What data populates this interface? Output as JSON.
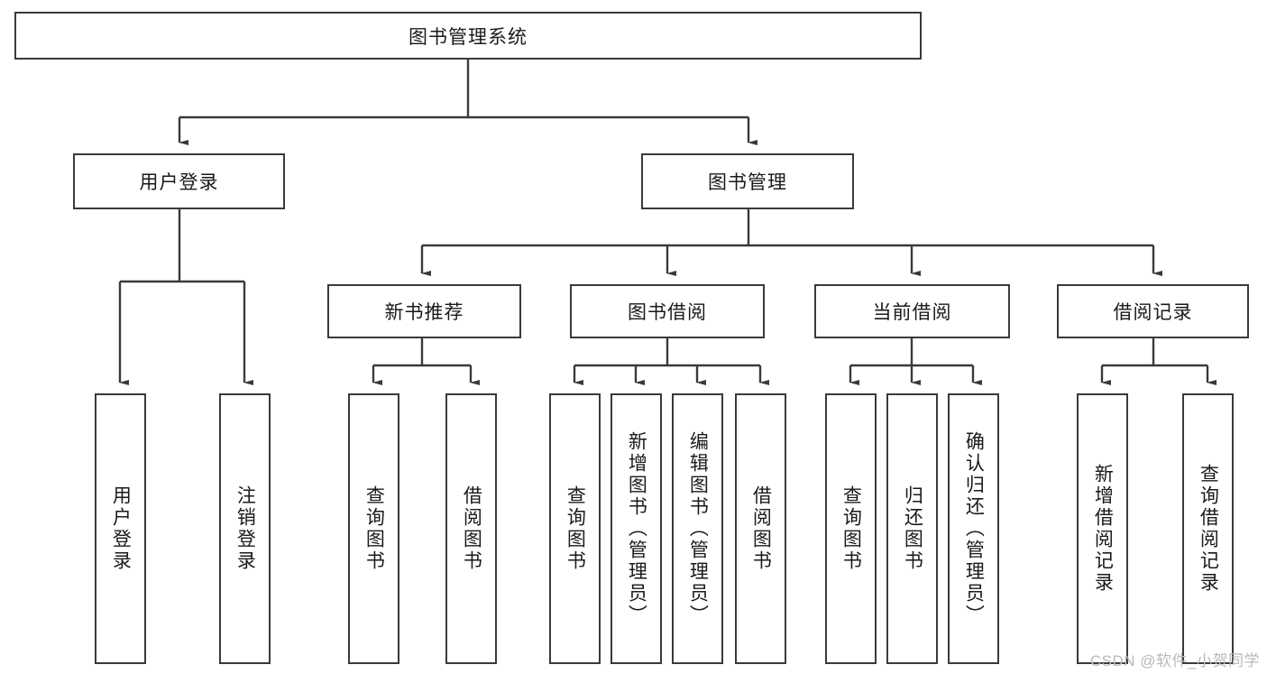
{
  "diagram": {
    "title_node": {
      "label": "图书管理系统"
    },
    "level2": [
      {
        "label": "用户登录"
      },
      {
        "label": "图书管理"
      }
    ],
    "level3": [
      {
        "label": "新书推荐"
      },
      {
        "label": "图书借阅"
      },
      {
        "label": "当前借阅"
      },
      {
        "label": "借阅记录"
      }
    ],
    "leaves": [
      {
        "label": "用户登录"
      },
      {
        "label": "注销登录"
      },
      {
        "label": "查询图书"
      },
      {
        "label": "借阅图书"
      },
      {
        "label": "查询图书"
      },
      {
        "label": "新增图书（管理员）"
      },
      {
        "label": "编辑图书（管理员）"
      },
      {
        "label": "借阅图书"
      },
      {
        "label": "查询图书"
      },
      {
        "label": "归还图书"
      },
      {
        "label": "确认归还（管理员）"
      },
      {
        "label": "新增借阅记录"
      },
      {
        "label": "查询借阅记录"
      }
    ],
    "watermark": "CSDN @软件_小贺同学",
    "colors": {
      "stroke": "#3a3a3a",
      "text": "#1a1a1a",
      "background": "#ffffff",
      "watermark": "#b9b9b9"
    }
  }
}
